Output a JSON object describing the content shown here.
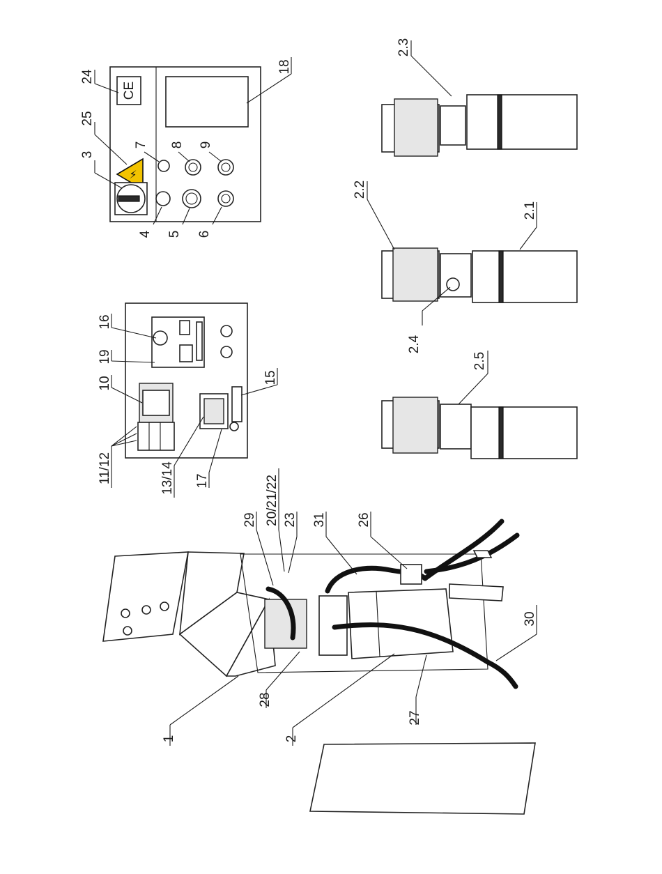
{
  "labels": {
    "l1": "1",
    "l2": "2",
    "l2_1": "2.1",
    "l2_2": "2.2",
    "l2_3": "2.3",
    "l2_4": "2.4",
    "l2_5": "2.5",
    "l3": "3",
    "l4": "4",
    "l5": "5",
    "l6": "6",
    "l7": "7",
    "l8": "8",
    "l9": "9",
    "l10": "10",
    "l11_12": "11/12",
    "l13_14": "13/14",
    "l15": "15",
    "l16": "16",
    "l17": "17",
    "l18": "18",
    "l19": "19",
    "l20_21_22": "20/21/22",
    "l23": "23",
    "l24": "24",
    "l25": "25",
    "l26": "26",
    "l27": "27",
    "l28": "28",
    "l29": "29",
    "l30": "30",
    "l31": "31"
  },
  "marks": {
    "ce": "CE"
  },
  "colors": {
    "warning_yellow": "#f2c300",
    "line": "#1a1a1a"
  }
}
